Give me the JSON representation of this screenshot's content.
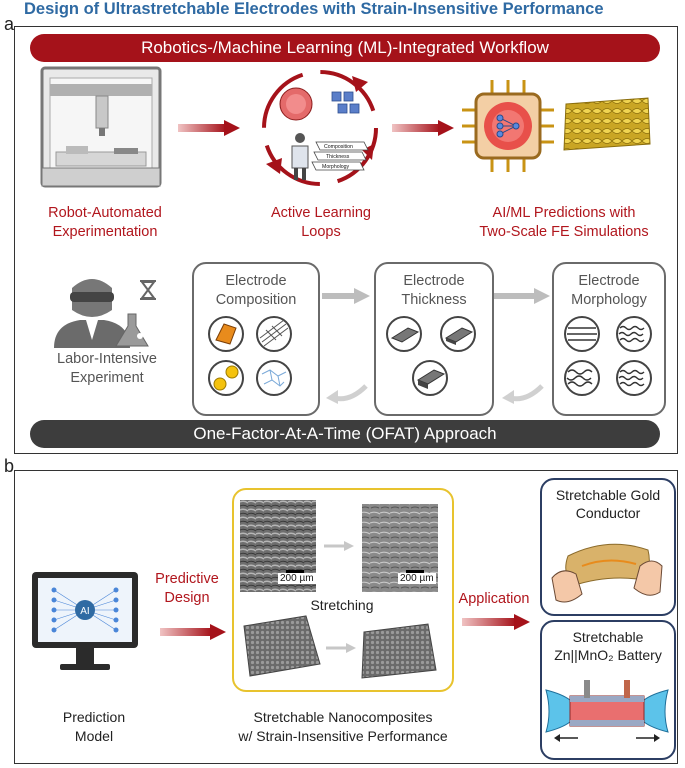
{
  "title": "Design of Ultrastretchable Electrodes with Strain-Insensitive Performance",
  "panel_a": {
    "label": "a",
    "workflow_bar": "Robotics-/Machine Learning (ML)-Integrated Workflow",
    "robot_caption_1": "Robot-Automated",
    "robot_caption_2": "Experimentation",
    "loop_caption_1": "Active Learning",
    "loop_caption_2": "Loops",
    "loop_layers": [
      "Composition",
      "Thickness",
      "Morphology"
    ],
    "ai_caption_1": "AI/ML Predictions with",
    "ai_caption_2": "Two-Scale FE Simulations",
    "labor_caption_1": "Labor-Intensive",
    "labor_caption_2": "Experiment",
    "composition_1": "Electrode",
    "composition_2": "Composition",
    "thickness_1": "Electrode",
    "thickness_2": "Thickness",
    "morphology_1": "Electrode",
    "morphology_2": "Morphology",
    "ofat_bar": "One-Factor-At-A-Time (OFAT) Approach"
  },
  "panel_b": {
    "label": "b",
    "monitor_text": "AI",
    "predictive_1": "Predictive",
    "predictive_2": "Design",
    "model_caption_1": "Prediction",
    "model_caption_2": "Model",
    "scale_bar_1": "200 µm",
    "scale_bar_2": "200 µm",
    "stretching": "Stretching",
    "nano_caption_1": "Stretchable Nanocomposites",
    "nano_caption_2": "w/ Strain-Insensitive Performance",
    "application": "Application",
    "gold_1": "Stretchable Gold",
    "gold_2": "Conductor",
    "battery_1": "Stretchable",
    "battery_2": "Zn||MnO₂ Battery"
  },
  "colors": {
    "title_blue": "#2f6aa3",
    "accent_red": "#a5121a",
    "dark_gray": "#3d3d3d",
    "gold_box": "#e8c32e",
    "navy_box": "#2c3e63"
  }
}
